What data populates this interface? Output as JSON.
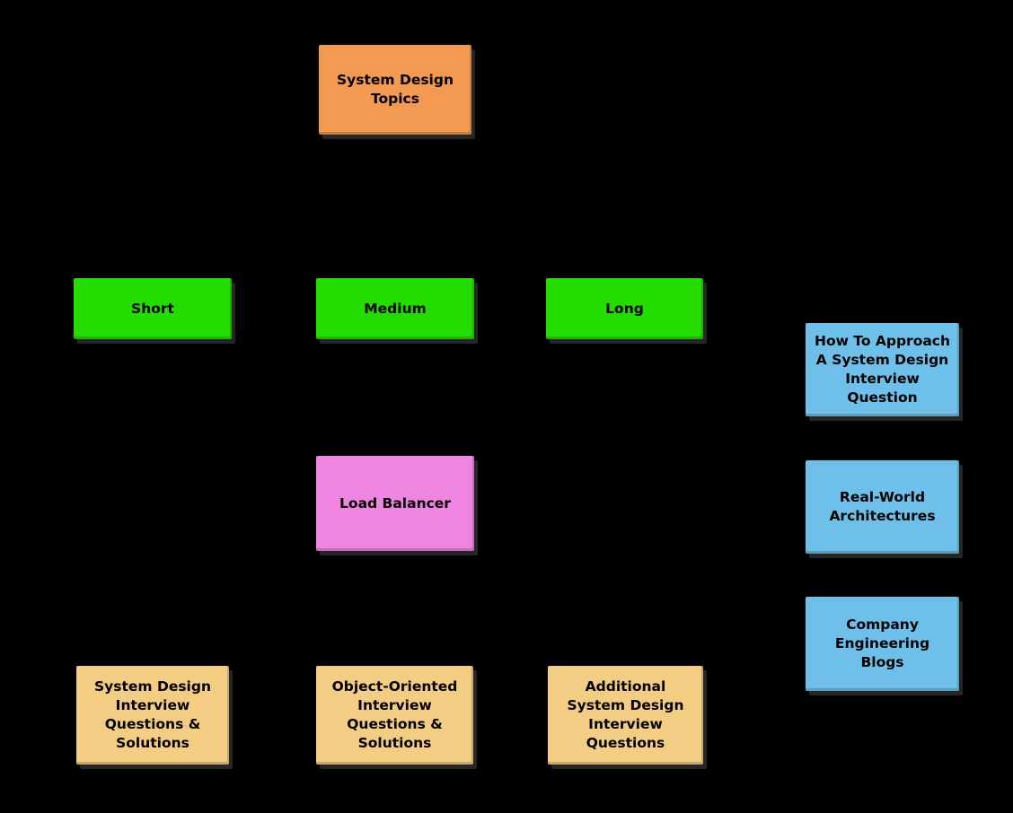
{
  "diagram": {
    "title": "System Design Topics",
    "colors": {
      "background": "#000000",
      "text": "#000000",
      "orange": "#F29A52",
      "green": "#24DC00",
      "pink": "#EE85E0",
      "blue": "#6EC0EA",
      "tan": "#F4CD84"
    },
    "nodes": {
      "topics": {
        "label": "System Design\nTopics",
        "color": "#F29A52"
      },
      "short": {
        "label": "Short",
        "color": "#24DC00"
      },
      "medium": {
        "label": "Medium",
        "color": "#24DC00"
      },
      "long": {
        "label": "Long",
        "color": "#24DC00"
      },
      "load_balancer": {
        "label": "Load Balancer",
        "color": "#EE85E0"
      },
      "approach": {
        "label": "How To Approach\nA System Design\nInterview\nQuestion",
        "color": "#6EC0EA"
      },
      "real_world": {
        "label": "Real-World\nArchitectures",
        "color": "#6EC0EA"
      },
      "blogs": {
        "label": "Company\nEngineering\nBlogs",
        "color": "#6EC0EA"
      },
      "sd_questions": {
        "label": "System Design\nInterview\nQuestions &\nSolutions",
        "color": "#F4CD84"
      },
      "oo_questions": {
        "label": "Object-Oriented\nInterview\nQuestions &\nSolutions",
        "color": "#F4CD84"
      },
      "additional_questions": {
        "label": "Additional\nSystem Design\nInterview\nQuestions",
        "color": "#F4CD84"
      }
    }
  }
}
